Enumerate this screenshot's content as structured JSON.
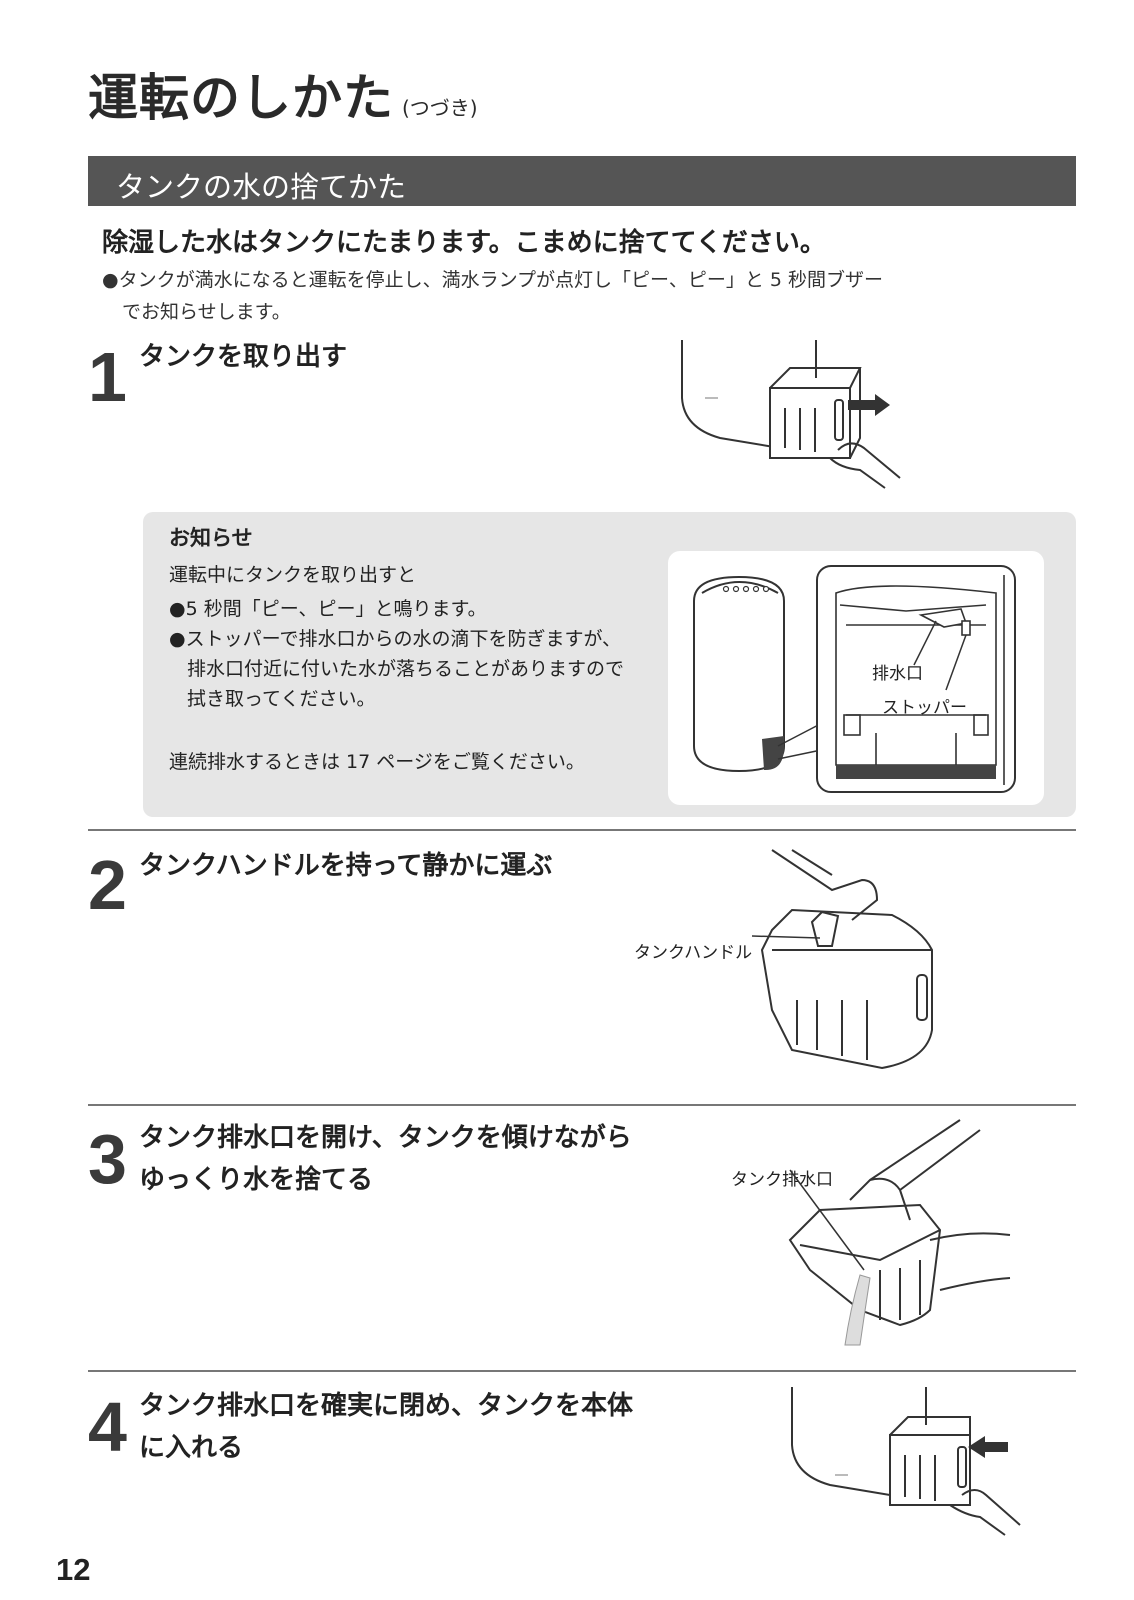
{
  "page": {
    "title": "運転のしかた",
    "title_sub": "(つづき)",
    "number": "12"
  },
  "section": {
    "heading": "タンクの水の捨てかた",
    "lead": "除湿した水はタンクにたまります。こまめに捨ててください。",
    "note_line1": "●タンクが満水になると運転を停止し、満水ランプが点灯し「ピー、ピー」と 5 秒間ブザー",
    "note_line2": "でお知らせします。"
  },
  "steps": [
    {
      "number": "1",
      "title_line1": "タンクを取り出す",
      "title_line2": ""
    },
    {
      "number": "2",
      "title_line1": "タンクハンドルを持って静かに運ぶ",
      "title_line2": ""
    },
    {
      "number": "3",
      "title_line1": "タンク排水口を開け、タンクを傾けながら",
      "title_line2": "ゆっくり水を捨てる"
    },
    {
      "number": "4",
      "title_line1": "タンク排水口を確実に閉め、タンクを本体",
      "title_line2": "に入れる"
    }
  ],
  "notice": {
    "heading": "お知らせ",
    "intro": "運転中にタンクを取り出すと",
    "bullet1": "●5 秒間「ピー、ピー」と鳴ります。",
    "bullet2_line1": "●ストッパーで排水口からの水の滴下を防ぎますが、",
    "bullet2_line2": "排水口付近に付いた水が落ちることがありますので",
    "bullet2_line3": "拭き取ってください。",
    "footer": "連続排水するときは 17 ページをご覧ください。",
    "label_drain": "排水口",
    "label_stopper": "ストッパー"
  },
  "callouts": {
    "tank_handle": "タンクハンドル",
    "tank_drain": "タンク排水口"
  }
}
